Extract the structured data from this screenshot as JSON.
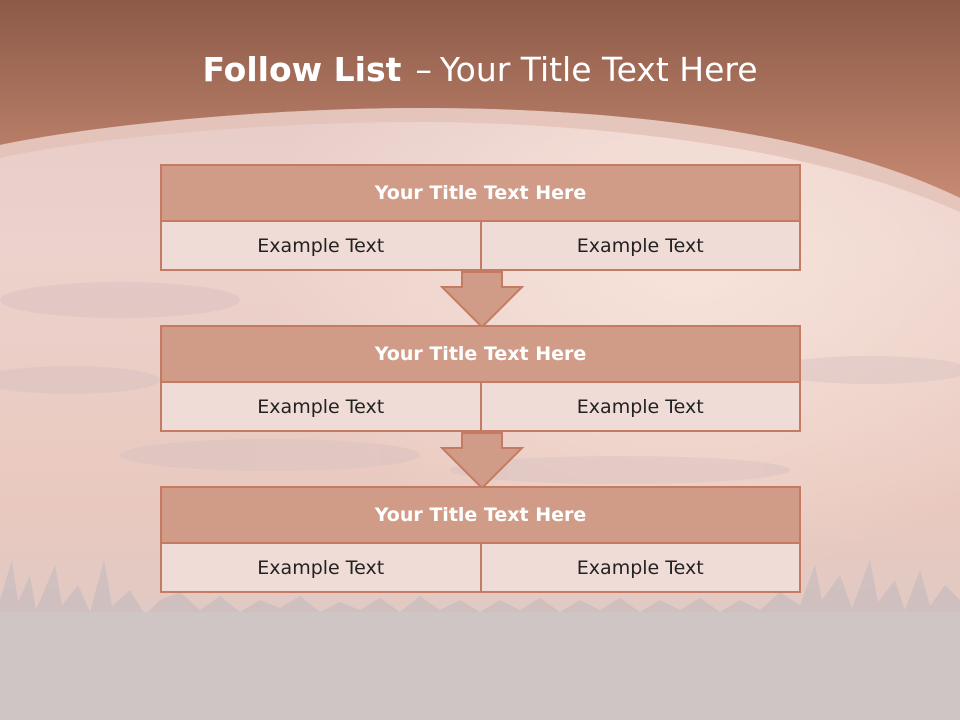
{
  "slide": {
    "title_bold": "Follow List",
    "title_dash": "–",
    "title_rest": "Your Title Text Here"
  },
  "blocks": [
    {
      "title": "Your Title Text Here",
      "left": "Example Text",
      "right": "Example Text"
    },
    {
      "title": "Your Title Text Here",
      "left": "Example Text",
      "right": "Example Text"
    },
    {
      "title": "Your Title Text Here",
      "left": "Example Text",
      "right": "Example Text"
    }
  ],
  "colors": {
    "header_band": "#b97a60",
    "block_title_fill": "#d19c87",
    "block_border": "#c57a63",
    "cell_fill": "#f0dcd7",
    "arrow_fill": "#d19c87"
  }
}
